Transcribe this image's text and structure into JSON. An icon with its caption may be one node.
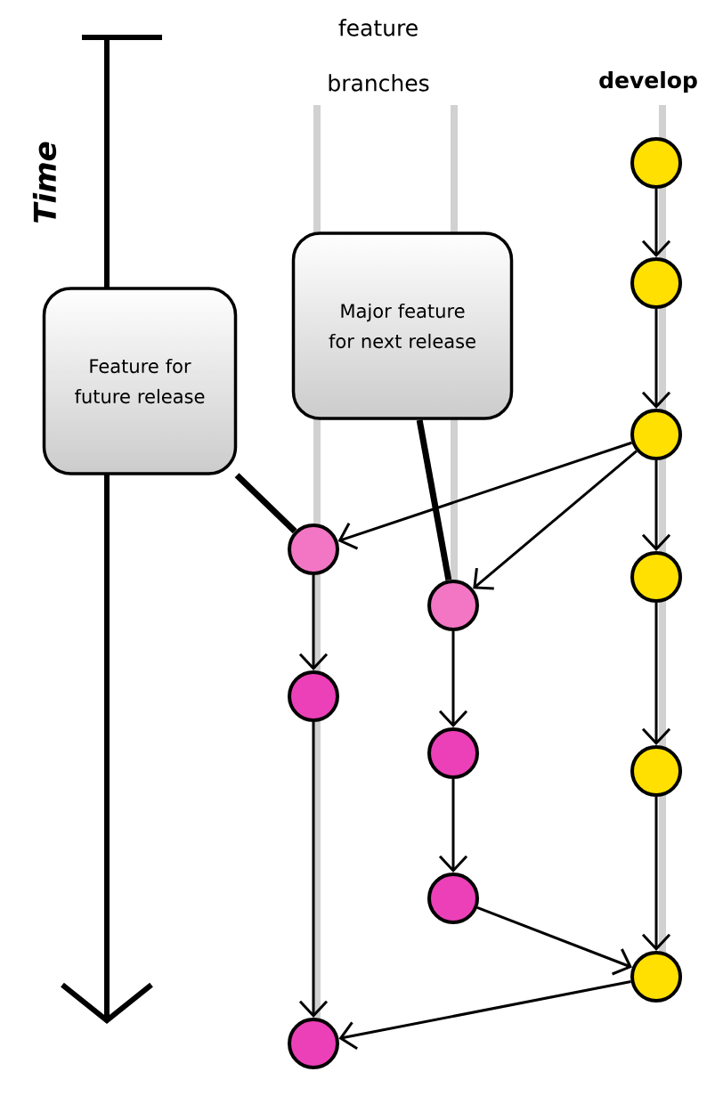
{
  "diagram": {
    "nodes": [
      {
        "text": [
          "Feature for future release"
        ]
      },
      {
        "text": [
          "Major feature for next release"
        ]
      },
      {
        "text": [],
        "shape": "circle"
      },
      {
        "text": [],
        "shape": "circle"
      },
      {
        "text": [],
        "shape": "circle"
      },
      {
        "text": [],
        "shape": "circle"
      },
      {
        "text": [],
        "shape": "circle"
      },
      {
        "text": [],
        "shape": "circle"
      },
      {
        "text": [],
        "shape": "circle"
      },
      {
        "text": [],
        "shape": "circle"
      },
      {
        "text": [],
        "shape": "circle"
      },
      {
        "text": [],
        "shape": "circle"
      },
      {
        "text": [],
        "shape": "circle"
      },
      {
        "text": [],
        "shape": "circle"
      }
    ],
    "edges": [
      {
        "from": 2,
        "to": 3,
        "arrow": "to"
      },
      {
        "from": 3,
        "to": 4,
        "arrow": "to"
      },
      {
        "from": 4,
        "to": 5,
        "arrow": "to"
      },
      {
        "from": 5,
        "to": 6,
        "arrow": "to"
      },
      {
        "from": 6,
        "to": 7,
        "arrow": "to"
      },
      {
        "from": 4,
        "to": 8,
        "arrow": "to"
      },
      {
        "from": 4,
        "to": 11,
        "arrow": "to"
      },
      {
        "from": 8,
        "to": 9,
        "arrow": "to"
      },
      {
        "from": 9,
        "to": 10,
        "arrow": "to"
      },
      {
        "from": 11,
        "to": 12,
        "arrow": "to"
      },
      {
        "from": 12,
        "to": 13,
        "arrow": "to"
      },
      {
        "from": 13,
        "to": 7,
        "arrow": "to"
      },
      {
        "from": 7,
        "to": 10,
        "arrow": "to"
      },
      {
        "from": 0,
        "to": 8,
        "arrow": "none",
        "style": "thick"
      },
      {
        "from": 1,
        "to": 11,
        "arrow": "none",
        "style": "thick"
      }
    ],
    "labels": [
      "feature branches",
      "develop",
      "Time"
    ]
  }
}
